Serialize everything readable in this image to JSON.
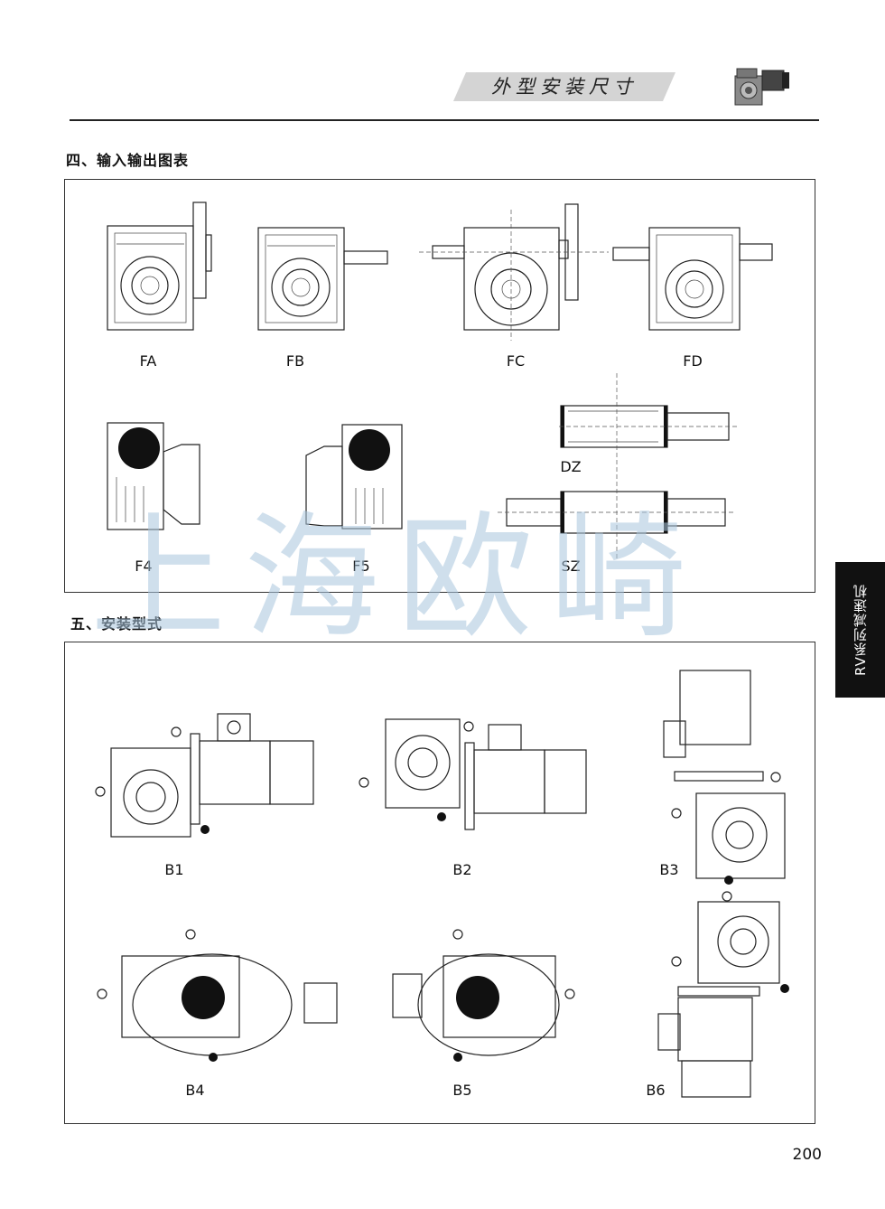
{
  "header": {
    "title": "外型安装尺寸"
  },
  "section4": {
    "title": "四、输入输出图表",
    "labels": {
      "fa": "FA",
      "fb": "FB",
      "fc": "FC",
      "fd": "FD",
      "f4": "F4",
      "f5": "F5",
      "dz": "DZ",
      "sz": "SZ"
    }
  },
  "section5": {
    "title": "五、安装型式",
    "labels": {
      "b1": "B1",
      "b2": "B2",
      "b3": "B3",
      "b4": "B4",
      "b5": "B5",
      "b6": "B6"
    }
  },
  "side_tab": {
    "text": "RV系列减速机"
  },
  "watermark": {
    "text": "上海欧崎"
  },
  "page_number": "200"
}
